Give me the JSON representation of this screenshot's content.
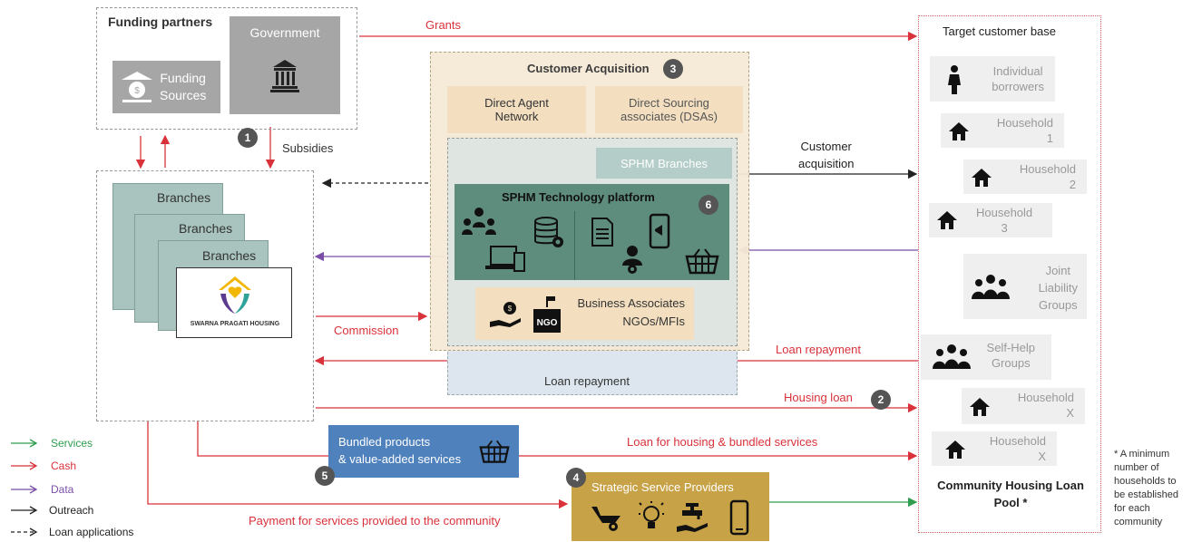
{
  "funding": {
    "title": "Funding partners",
    "government": "Government",
    "sources": "Funding\nSources"
  },
  "flows": {
    "grants": "Grants",
    "subsidies": "Subsidies",
    "customer_acquisition": "Customer\nacquisition",
    "commission": "Commission",
    "loan_repayment_right": "Loan repayment",
    "housing_loan": "Housing loan",
    "loan_bundled": "Loan for housing & bundled services",
    "payment_services": "Payment for services provided to the community",
    "loan_repayment_box": "Loan repayment"
  },
  "branches": {
    "items": [
      "Branches",
      "Branches",
      "Branches"
    ],
    "logo_text": "SWARNA PRAGATI HOUSING"
  },
  "acquisition": {
    "title": "Customer Acquisition",
    "direct_agent": "Direct Agent\nNetwork",
    "dsa": "Direct Sourcing\nassociates (DSAs)",
    "sphm_branches": "SPHM Branches",
    "tech_platform": "SPHM Technology platform",
    "business_associates": "Business Associates\nNGOs/MFIs",
    "ngo_label": "NGO"
  },
  "bundled": {
    "title": "Bundled products\n& value-added services"
  },
  "providers": {
    "title": "Strategic Service Providers"
  },
  "customers": {
    "title": "Target customer base",
    "individual": "Individual\nborrowers",
    "household1": "Household\n1",
    "household2": "Household\n2",
    "household3": "Household\n3",
    "jlg": "Joint\nLiability\nGroups",
    "shg": "Self-Help\nGroups",
    "householdx1": "Household\nX",
    "householdx2": "Household\nX",
    "pool": "Community Housing Loan\nPool *"
  },
  "badges": [
    "1",
    "2",
    "3",
    "4",
    "5",
    "6"
  ],
  "legend": {
    "services": "Services",
    "cash": "Cash",
    "data": "Data",
    "outreach": "Outreach",
    "loan_applications": "Loan applications"
  },
  "footnote": "* A minimum\nnumber of\nhouseholds to\nbe established\nfor each\ncommunity",
  "colors": {
    "cash": "#d9323a",
    "services": "#2e9d4e",
    "data": "#7b4fa8",
    "outreach": "#222222",
    "platform": "#5e8d7e",
    "bundled": "#4f81bd",
    "providers": "#c8a247",
    "tan": "#f3dfc0",
    "branch": "#a9c4be"
  }
}
